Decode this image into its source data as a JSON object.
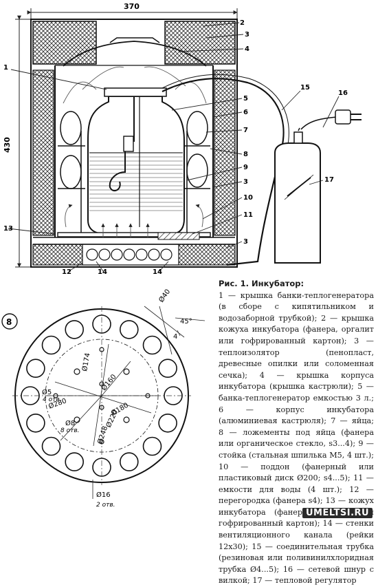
{
  "dimensions": {
    "width_top": "370",
    "height_left": "430"
  },
  "callouts_upper": [
    "1",
    "2",
    "3",
    "4",
    "5",
    "6",
    "7",
    "8",
    "9",
    "3",
    "10",
    "11",
    "3",
    "13",
    "12",
    "14",
    "14",
    "15",
    "16",
    "17"
  ],
  "section_marker": "8",
  "disk_labels": {
    "d40": "Ø40",
    "angle45": "45°",
    "four": "4",
    "d174": "Ø174",
    "d160": "Ø160",
    "d5": "Ø5",
    "holes4": "4 отв.",
    "d280": "Ø280",
    "d180": "Ø180",
    "d220": "Ø220",
    "d248": "Ø248",
    "d8": "Ø8",
    "holes8": "8 отв.",
    "d16": "Ø16",
    "holes2": "2 отв."
  },
  "caption": {
    "title": "Рис. 1. Инкубатор:",
    "body": "1 — крышка банки-теплогенератора (в сборе с кипятильником и водозаборной трубкой); 2 — крышка кожуха инкубатора (фанера, оргалит или гофрированный картон); 3 — теплоизолятор (пенопласт, древесные опилки или соломенная сечка); 4 — крышка корпуса инкубатора (крышка кастрюли); 5 — банка-теплогенератор емкостью 3 л.; 6 — корпус инкубатора (алюминиевая кастрюля); 7 — яйца; 8 — ложементы под яйца (фанера или органическое стекло, s3...4); 9 — стойка (стальная шпилька М5, 4 шт.); 10 — поддон (фанерный или пластиковый диск Ø200; s4...5); 11 — емкости для воды (4 шт.); 12 — перегородка (фанера s4); 13 — кожух инкубатора (фанера, оргалит или гофрированный картон); 14 — стенки вентиляционного канала (рейки 12х30); 15 — соединительная трубка (резиновая или поливинилхлоридная трубка Ø4...5); 16 — сетевой шнур с вилкой; 17 — тепловой регулятор"
  },
  "watermark": "UMELTSI.RU"
}
